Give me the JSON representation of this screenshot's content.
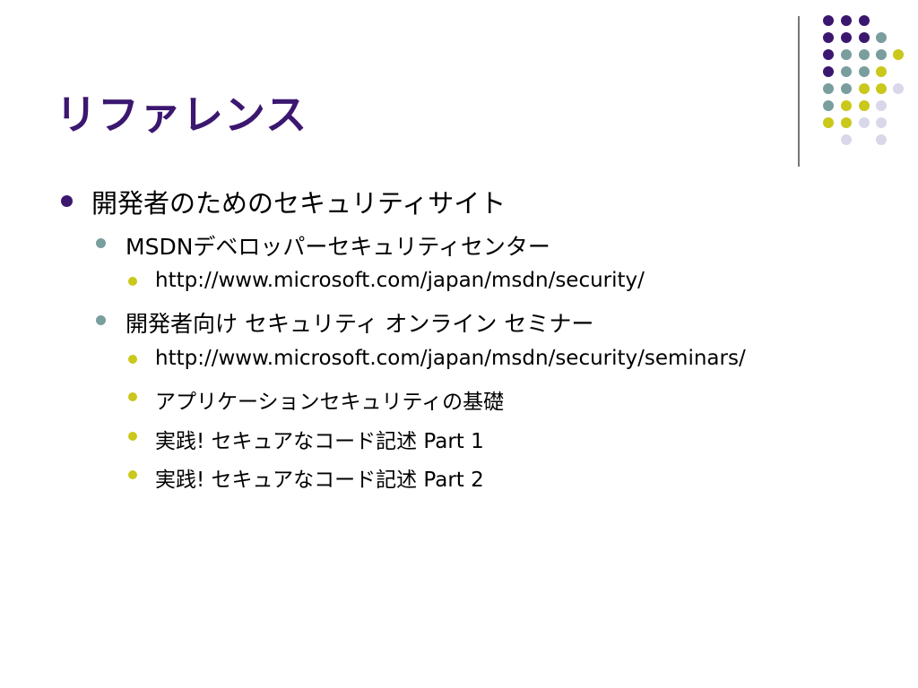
{
  "slide": {
    "title": "リファレンス",
    "bullets": [
      {
        "level": 1,
        "text": "開発者のためのセキュリティサイト"
      },
      {
        "level": 2,
        "text": "MSDNデベロッパーセキュリティセンター"
      },
      {
        "level": 3,
        "text": "http://www.microsoft.com/japan/msdn/security/"
      },
      {
        "level": 2,
        "text": "開発者向け セキュリティ オンライン セミナー"
      },
      {
        "level": 3,
        "text": "http://www.microsoft.com/japan/msdn/security/seminars/"
      },
      {
        "level": 3,
        "text": "アプリケーションセキュリティの基礎"
      },
      {
        "level": 3,
        "text": "実践! セキュアなコード記述 Part 1"
      },
      {
        "level": 3,
        "text": "実践! セキュアなコード記述 Part 2"
      }
    ]
  },
  "colors": {
    "purple": "#3b1770",
    "teal": "#7a9e9e",
    "yellow": "#c9c81b",
    "lavender": "#d8d8ea",
    "title": "#3b1770"
  }
}
